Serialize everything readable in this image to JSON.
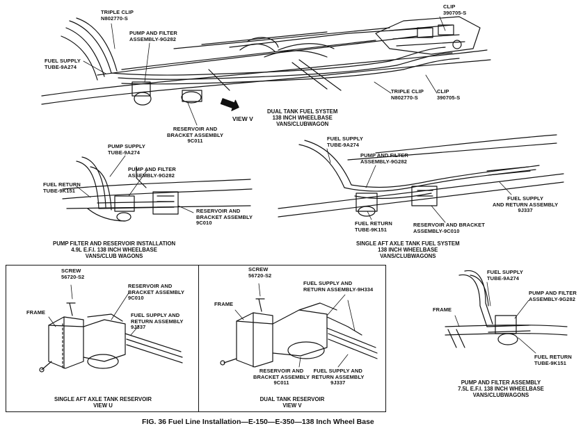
{
  "figure_caption": "FIG. 36 Fuel Line Installation—E-150—E-350—138 Inch Wheel Base",
  "top_view": {
    "labels": {
      "triple_clip_1": [
        "TRIPLE CLIP",
        "N802770-S"
      ],
      "pump_filter": [
        "PUMP AND FILTER",
        "ASSEMBLY-9G282"
      ],
      "fuel_supply": [
        "FUEL SUPPLY",
        "TUBE-9A274"
      ],
      "clip_top": [
        "CLIP",
        "390705-S"
      ],
      "triple_clip_2": [
        "TRIPLE CLIP",
        "N802770-S"
      ],
      "clip_right": [
        "CLIP",
        "390705-S"
      ],
      "reservoir": [
        "RESERVOIR AND",
        "BRACKET ASSEMBLY",
        "9C011"
      ],
      "view_v": "VIEW V"
    },
    "caption": [
      "DUAL TANK FUEL SYSTEM",
      "138 INCH WHEELBASE",
      "VANS/CLUBWAGON"
    ]
  },
  "mid_left_view": {
    "labels": {
      "pump_supply": [
        "PUMP SUPPLY",
        "TUBE-9A274"
      ],
      "pump_filter": [
        "PUMP AND FILTER",
        "ASSEMBLY-9G282"
      ],
      "fuel_return": [
        "FUEL RETURN",
        "TUBE-9K151"
      ],
      "reservoir": [
        "RESERVOIR AND",
        "BRACKET ASSEMBLY",
        "9C010"
      ]
    },
    "caption": [
      "PUMP FILTER AND RESERVOIR INSTALLATION",
      "4.9L E.F.I. 138 INCH WHEELBASE",
      "VANS/CLUB WAGONS"
    ]
  },
  "mid_right_view": {
    "labels": {
      "fuel_supply": [
        "FUEL SUPPLY",
        "TUBE-9A274"
      ],
      "pump_filter": [
        "PUMP AND FILTER",
        "ASSEMBLY-9G282"
      ],
      "supply_return": [
        "FUEL SUPPLY",
        "AND RETURN ASSEMBLY",
        "9J337"
      ],
      "fuel_return": [
        "FUEL RETURN",
        "TUBE-9K151"
      ],
      "reservoir": [
        "RESERVOIR AND BRACKET",
        "ASSEMBLY-9C010"
      ]
    },
    "caption": [
      "SINGLE AFT AXLE TANK FUEL SYSTEM",
      "138 INCH WHEELBASE",
      "VANS/CLUBWAGONS"
    ]
  },
  "box_left": {
    "labels": {
      "screw": [
        "SCREW",
        "56720-S2"
      ],
      "frame": [
        "FRAME"
      ],
      "reservoir": [
        "RESERVOIR AND",
        "BRACKET ASSEMBLY",
        "9C010"
      ],
      "supply_return": [
        "FUEL SUPPLY AND",
        "RETURN ASSEMBLY",
        "9J337"
      ]
    },
    "caption": [
      "SINGLE AFT AXLE TANK RESERVOIR",
      "VIEW U"
    ]
  },
  "box_right": {
    "labels": {
      "screw": [
        "SCREW",
        "56720-S2"
      ],
      "frame": [
        "FRAME"
      ],
      "supply_return_top": [
        "FUEL SUPPLY AND",
        "RETURN ASSEMBLY-9H334"
      ],
      "reservoir": [
        "RESERVOIR AND",
        "BRACKET ASSEMBLY",
        "9C011"
      ],
      "supply_return_bottom": [
        "FUEL SUPPLY AND",
        "RETURN ASSEMBLY",
        "9J337"
      ]
    },
    "caption": [
      "DUAL TANK RESERVOIR",
      "VIEW V"
    ]
  },
  "bottom_right_view": {
    "labels": {
      "fuel_supply": [
        "FUEL SUPPLY",
        "TUBE-9A274"
      ],
      "pump_filter": [
        "PUMP AND FILTER",
        "ASSEMBLY-9G282"
      ],
      "frame": [
        "FRAME"
      ],
      "fuel_return": [
        "FUEL RETURN",
        "TUBE-9K151"
      ]
    },
    "caption": [
      "PUMP AND FILTER ASSEMBLY",
      "7.5L E.F.I. 138 INCH WHEELBASE",
      "VANS/CLUBWAGONS"
    ]
  }
}
